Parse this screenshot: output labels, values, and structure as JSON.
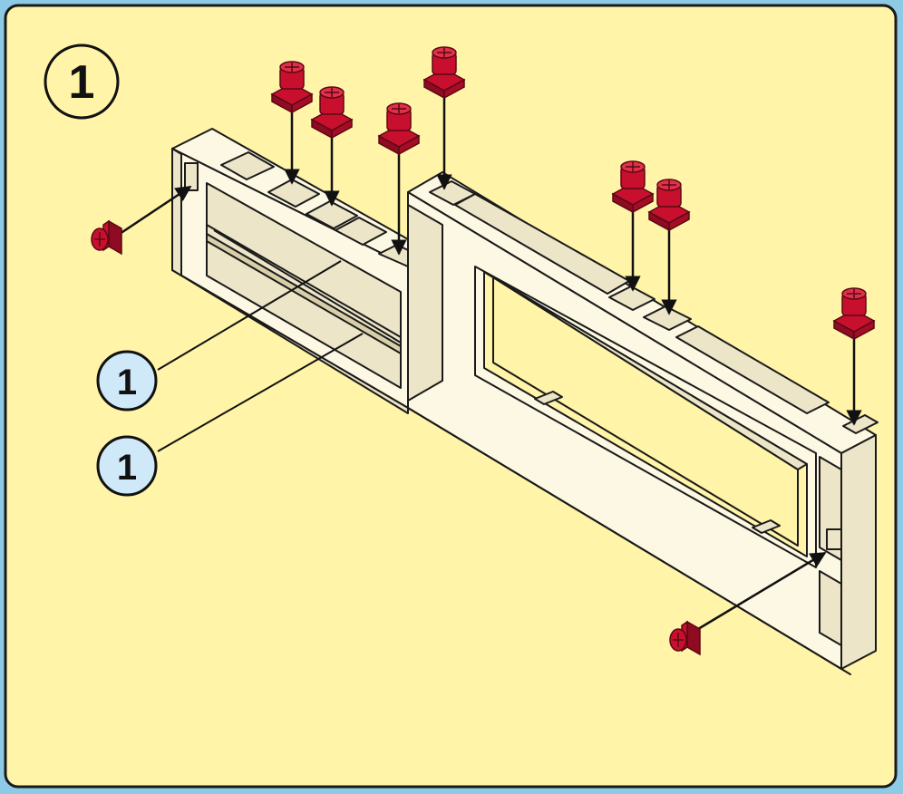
{
  "step": {
    "number": "1"
  },
  "callouts": [
    {
      "label": "1"
    },
    {
      "label": "1"
    }
  ],
  "colors": {
    "background": "#fff4a8",
    "border": "#1a1a1a",
    "frame_outer": "#8ec9e6",
    "part_face": "#fdf8e3",
    "part_side": "#ece5c7",
    "part_shadow": "#d8cfa9",
    "peg": "#c8102e",
    "peg_dark": "#7a0a1c",
    "callout_fill": "#cfe9f8"
  },
  "icons": [
    "peg-icon",
    "arrow-icon",
    "callout-circle-icon"
  ]
}
